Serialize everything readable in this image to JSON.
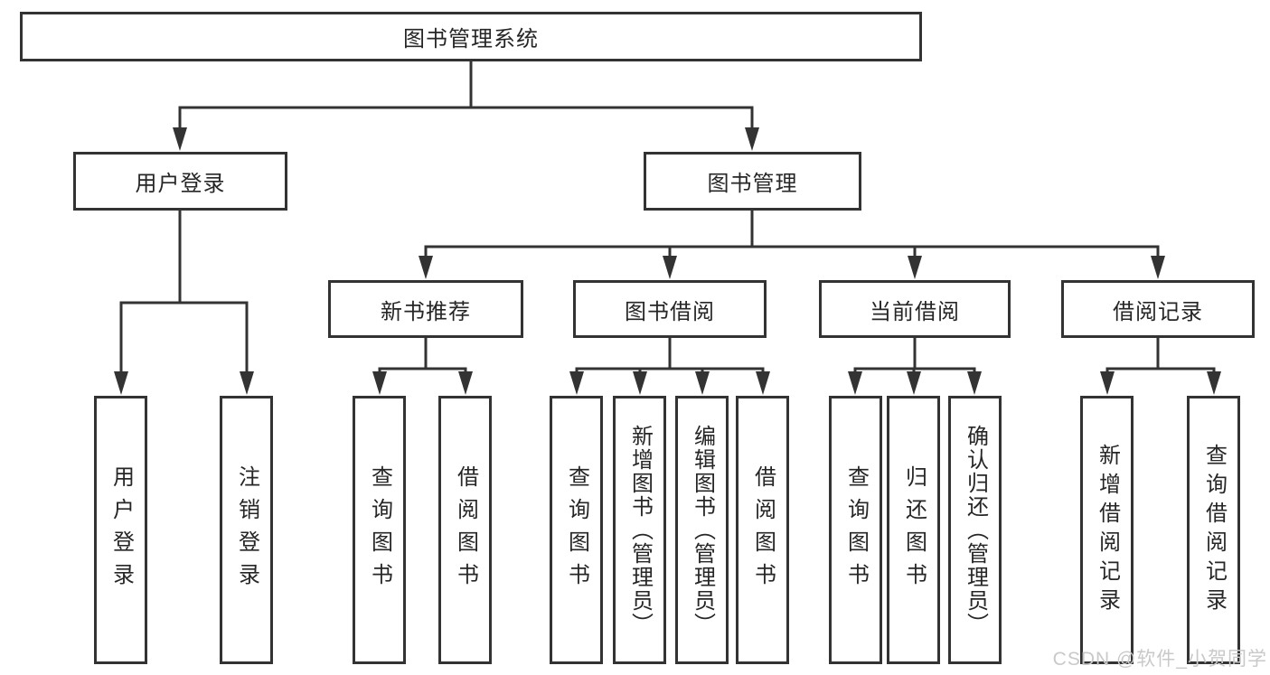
{
  "diagram": {
    "root": {
      "label": "图书管理系统"
    },
    "level2": [
      {
        "label": "用户登录",
        "children": [
          {
            "label": "用户登录"
          },
          {
            "label": "注销登录"
          }
        ]
      },
      {
        "label": "图书管理",
        "children": [
          {
            "label": "新书推荐",
            "children": [
              {
                "label": "查询图书"
              },
              {
                "label": "借阅图书"
              }
            ]
          },
          {
            "label": "图书借阅",
            "children": [
              {
                "label": "查询图书"
              },
              {
                "label": "新增图书（管理员）"
              },
              {
                "label": "编辑图书（管理员）"
              },
              {
                "label": "借阅图书"
              }
            ]
          },
          {
            "label": "当前借阅",
            "children": [
              {
                "label": "查询图书"
              },
              {
                "label": "归还图书"
              },
              {
                "label": "确认归还（管理员）"
              }
            ]
          },
          {
            "label": "借阅记录",
            "children": [
              {
                "label": "新增借阅记录"
              },
              {
                "label": "查询借阅记录"
              }
            ]
          }
        ]
      }
    ]
  },
  "watermark": {
    "text": "CSDN @软件_小贺同学"
  },
  "colors": {
    "line": "#333333",
    "box_border": "#333333",
    "text": "#262626",
    "watermark": "#c9c9c9",
    "background": "#ffffff"
  }
}
